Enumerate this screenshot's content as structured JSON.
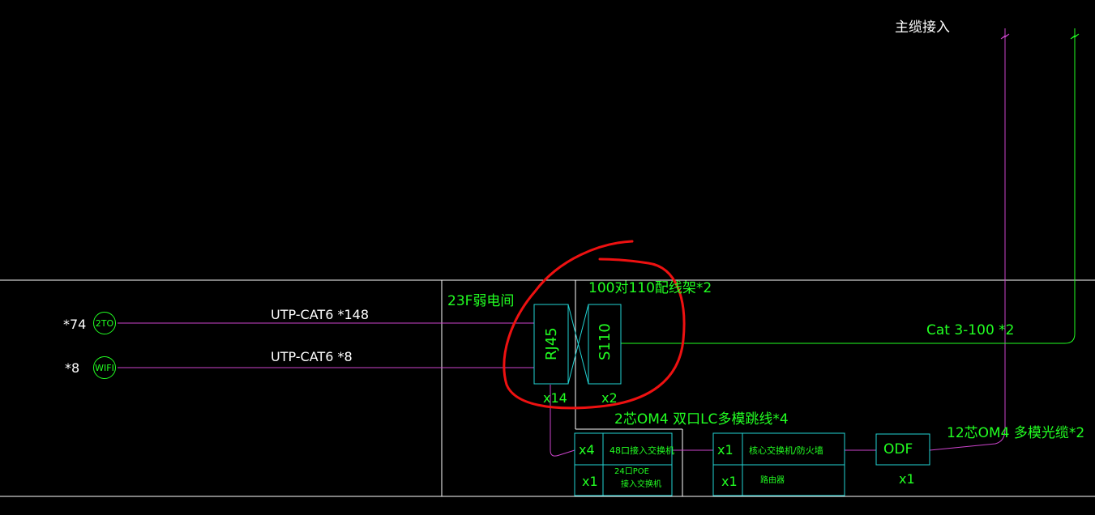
{
  "colors": {
    "background": "#000000",
    "frame_line": "#ffffff",
    "equipment": "#22ff22",
    "boxes": "#22d4d4",
    "cabling": "#cc44cc",
    "annotation": "#ee1111"
  },
  "header": {
    "trunk_entry_label": "主缆接入"
  },
  "outlets": [
    {
      "qty": "*74",
      "symbol": "2TO",
      "cable": "UTP-CAT6 *148"
    },
    {
      "qty": "*8",
      "symbol": "WIFI",
      "cable": "UTP-CAT6 *8"
    }
  ],
  "room": {
    "label": "23F弱电间"
  },
  "patch_panels": {
    "header": "100对110配线架*2",
    "rj45": {
      "label": "RJ45",
      "qty": "x14"
    },
    "s110": {
      "label": "S110",
      "qty": "x2"
    }
  },
  "voice_cable": "Cat 3-100 *2",
  "fiber_jumper": "2芯OM4 双口LC多模跳线*4",
  "fiber_cable": "12芯OM4 多模光缆*2",
  "access_switches": [
    {
      "qty": "x4",
      "label": "48口接入交换机"
    },
    {
      "qty": "x1",
      "label_line1": "24口POE",
      "label_line2": "接入交换机"
    }
  ],
  "core_devices": [
    {
      "qty": "x1",
      "label": "核心交换机/防火墙"
    },
    {
      "qty": "x1",
      "label": "路由器"
    }
  ],
  "odf": {
    "label": "ODF",
    "qty": "x1"
  }
}
